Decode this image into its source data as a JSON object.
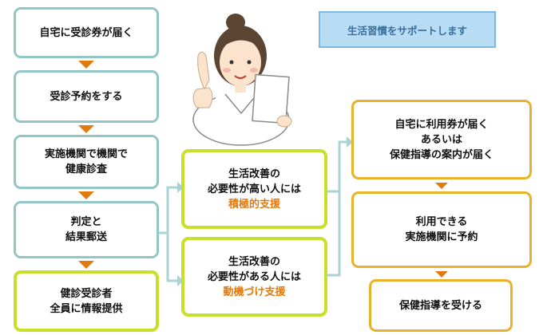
{
  "callout": "生活習慣をサポートします",
  "left_steps": [
    {
      "lines": [
        "自宅に受診券が届く"
      ]
    },
    {
      "lines": [
        "受診予約をする"
      ]
    },
    {
      "lines": [
        "実施機関で機関で",
        "健康診査"
      ]
    },
    {
      "lines": [
        "判定と",
        "結果郵送"
      ]
    },
    {
      "lines": [
        "健診受診者",
        "全員に情報提供"
      ]
    }
  ],
  "middle_boxes": [
    {
      "lines": [
        "生活改善の",
        "必要性が高い人には"
      ],
      "highlight": "積極的支援"
    },
    {
      "lines": [
        "生活改善の",
        "必要性がある人には"
      ],
      "highlight": "動機づけ支援"
    }
  ],
  "right_steps": [
    {
      "lines": [
        "自宅に利用券が届く",
        "あるいは",
        "保健指導の案内が届く"
      ]
    },
    {
      "lines": [
        "利用できる",
        "実施機関に予約"
      ]
    },
    {
      "lines": [
        "保健指導を受ける"
      ]
    }
  ],
  "colors": {
    "teal": "#93c6c6",
    "lime": "#c9e02a",
    "gold": "#e8b22a",
    "arrow": "#e07b10",
    "callout": "#b8dcf3"
  }
}
